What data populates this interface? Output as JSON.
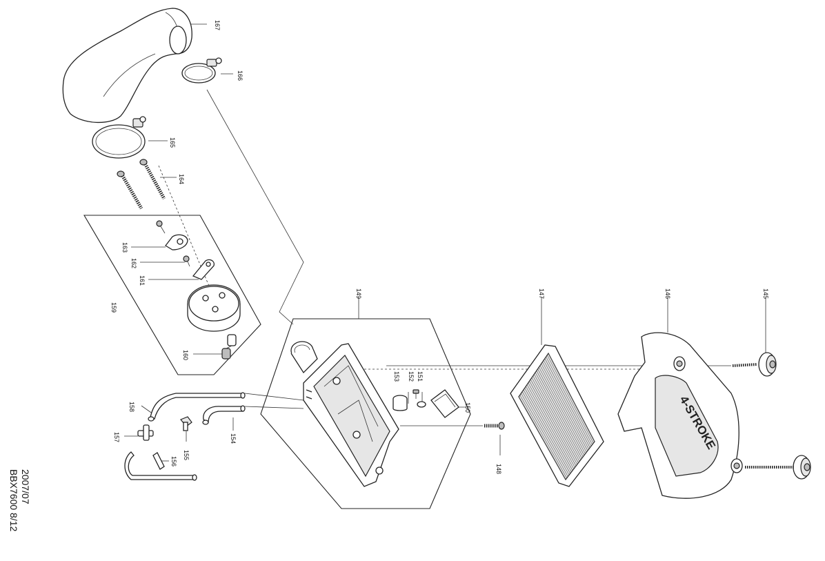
{
  "diagram": {
    "labels": {
      "p145": "145",
      "p146": "146",
      "p147": "147",
      "p148": "148",
      "p149": "149",
      "p150": "150",
      "p151": "151",
      "p152": "152",
      "p153": "153",
      "p154": "154",
      "p155": "155",
      "p156": "156",
      "p157": "157",
      "p158": "158",
      "p159": "159",
      "p160": "160",
      "p161": "161",
      "p162": "162",
      "p163": "163",
      "p164": "164",
      "p165": "165",
      "p166": "166",
      "p167": "167"
    },
    "cover_logo_text": "4-STROKE"
  },
  "footer": {
    "date": "2007/07",
    "model_page": "BBX7600 8/12"
  }
}
